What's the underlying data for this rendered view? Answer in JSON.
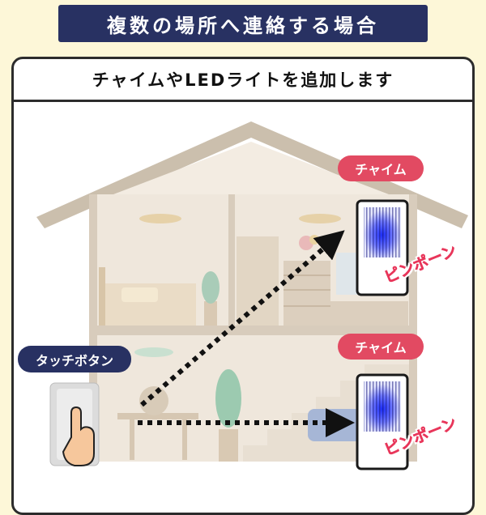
{
  "header": {
    "title": "複数の場所へ連絡する場合"
  },
  "panel": {
    "subtitle": "チャイムやLEDライトを追加します"
  },
  "labels": {
    "chime_upper": "チャイム",
    "chime_lower": "チャイム",
    "touch_button": "タッチボタン",
    "sound_upper": "ピンポーン",
    "sound_lower": "ピンポーン"
  },
  "colors": {
    "header_bg": "#283162",
    "accent_red": "#e24a62",
    "sound_text": "#e8365a",
    "arrow": "#111111",
    "house_wall": "#cfc1ae",
    "background": "#fdf7d8"
  },
  "icons": [
    "house-illustration",
    "chime-device-icon",
    "touch-button-icon",
    "pointing-hand-icon",
    "dotted-arrow-icon"
  ]
}
